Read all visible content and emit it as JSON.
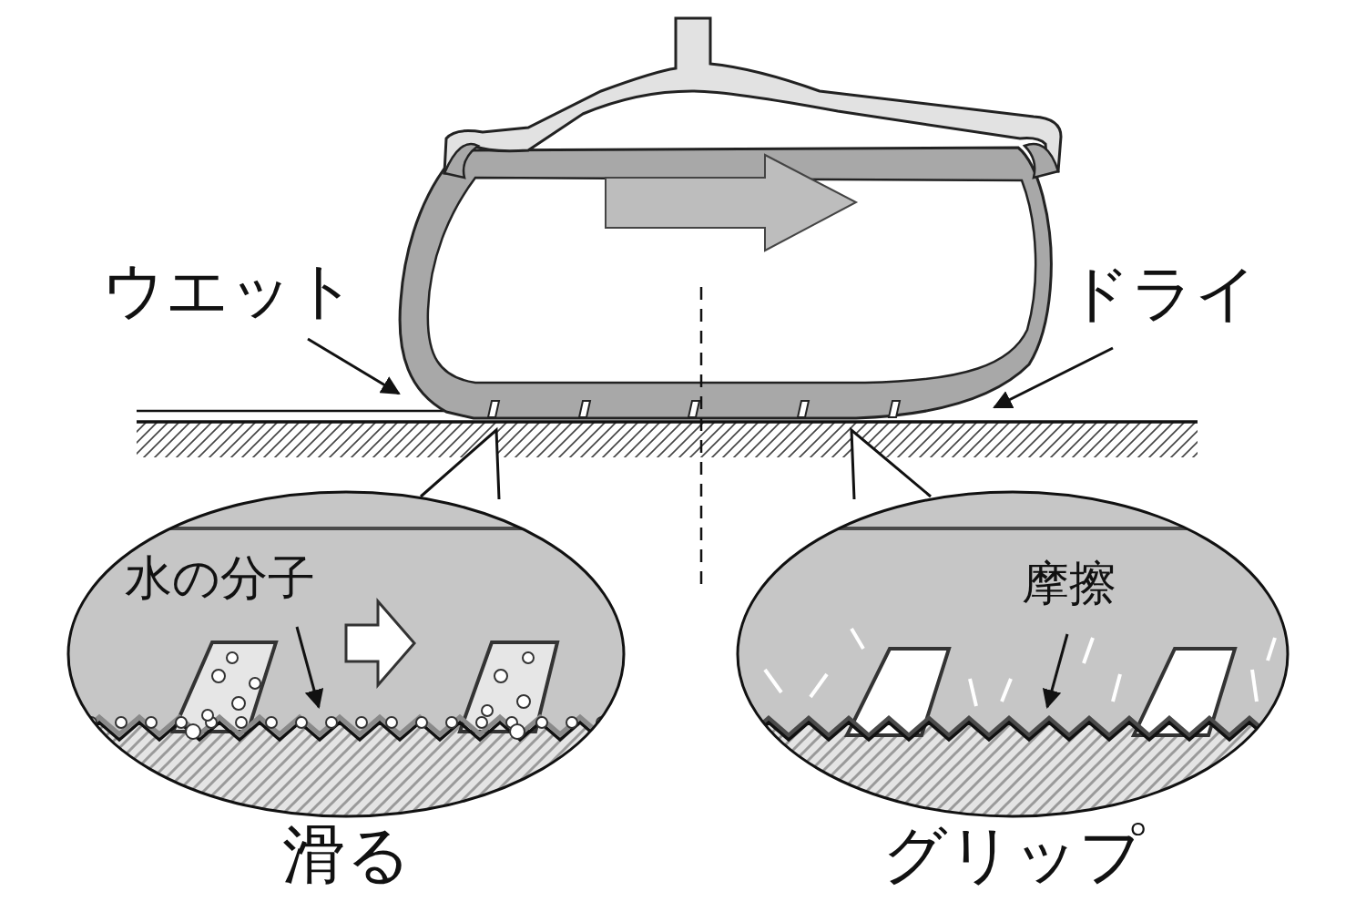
{
  "diagram": {
    "nodes": [
      {
        "text": [
          "水の分子",
          "滑る"
        ]
      },
      {
        "text": [
          "摩擦",
          "グリップ"
        ]
      }
    ],
    "labels": [
      "ウエット",
      "ドライ"
    ]
  }
}
